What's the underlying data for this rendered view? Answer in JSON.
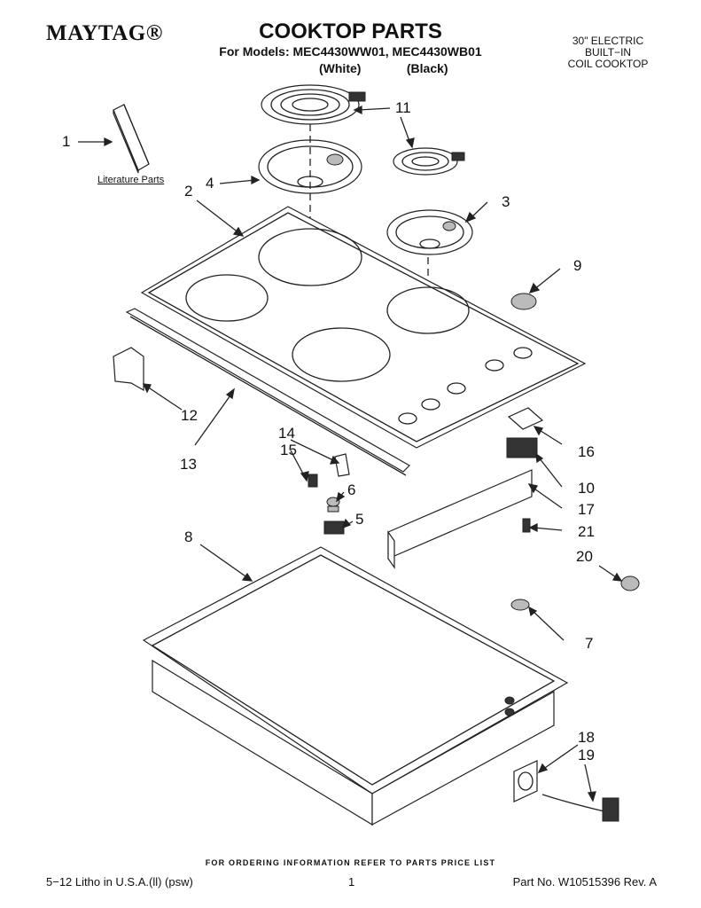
{
  "header": {
    "brand": "MAYTAG®",
    "title": "COOKTOP PARTS",
    "models_line": "For Models: MEC4430WW01, MEC4430WB01",
    "color_white": "(White)",
    "color_black": "(Black)",
    "description": [
      "30\" ELECTRIC",
      "BUILT−IN",
      "COIL COOKTOP"
    ]
  },
  "literature_label": "Literature Parts",
  "callouts": {
    "c1": "1",
    "c2": "2",
    "c3": "3",
    "c4": "4",
    "c5": "5",
    "c6": "6",
    "c7": "7",
    "c8": "8",
    "c9": "9",
    "c10": "10",
    "c11": "11",
    "c12": "12",
    "c13": "13",
    "c14": "14",
    "c15": "15",
    "c16": "16",
    "c17": "17",
    "c18": "18",
    "c19": "19",
    "c20": "20",
    "c21": "21"
  },
  "footer": {
    "note": "FOR ORDERING INFORMATION REFER TO PARTS PRICE LIST",
    "litho": "5−12 Litho in U.S.A.(ll) (psw)",
    "page": "1",
    "part_no": "Part No. W10515396 Rev. A"
  }
}
